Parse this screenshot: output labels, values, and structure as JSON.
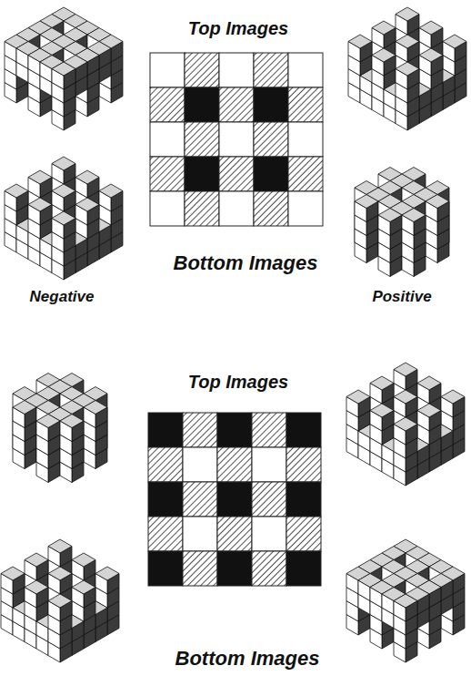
{
  "diagram": {
    "labels": [
      "Top Images",
      "Bottom Images",
      "Negative",
      "Positive",
      "Top Images",
      "Bottom Images"
    ]
  }
}
